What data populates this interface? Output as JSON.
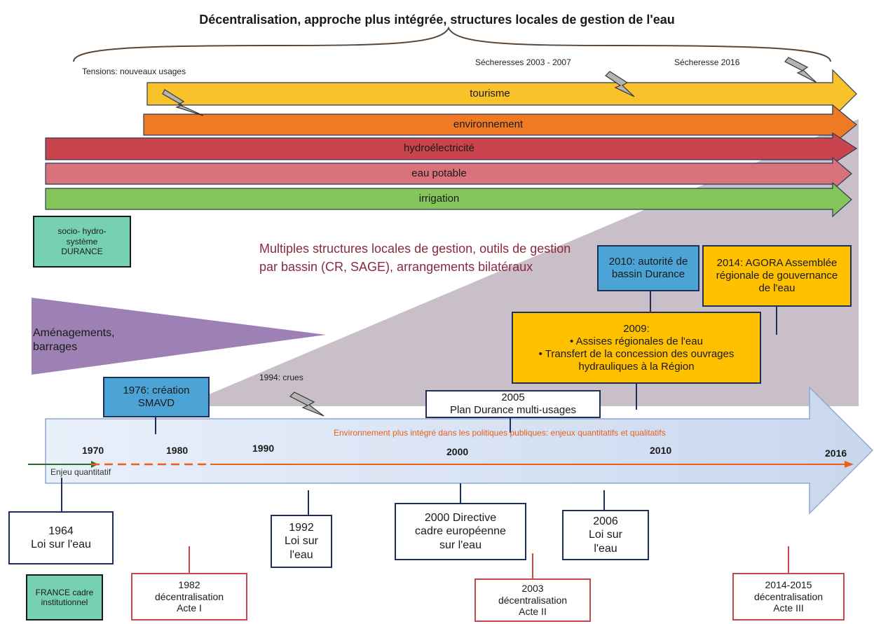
{
  "title": "Décentralisation, approche plus intégrée, structures locales de gestion de l'eau",
  "tension_labels": {
    "tensions": "Tensions: nouveaux usages",
    "secheresses": "Sécheresses 2003 - 2007",
    "secheresse_2016": "Sécheresse 2016",
    "crues_1994": "1994: crues"
  },
  "usage_bars": [
    {
      "label": "tourisme",
      "color": "#f9c22b"
    },
    {
      "label": "environnement",
      "color": "#f07a24"
    },
    {
      "label": "hydroélectricité",
      "color": "#c9444c"
    },
    {
      "label": "eau potable",
      "color": "#d9727a"
    },
    {
      "label": "irrigation",
      "color": "#86c55a"
    }
  ],
  "sociosystem": "socio- hydro- système DURANCE",
  "france_label": "FRANCE cadre institutionnel",
  "amenagements": "Aménagements, barrages",
  "local_structures_note": "Multiples structures locales de gestion, outils de gestion par bassin (CR, SAGE), arrangements bilatéraux",
  "timeline": {
    "env_note": "Environnement plus intégré dans les politiques publiques: enjeux quantitatifs et qualitatifs",
    "enjeu": "Enjeu quantitatif",
    "years": [
      "1970",
      "1980",
      "1990",
      "2000",
      "2010",
      "2016"
    ]
  },
  "upper_events": {
    "smavd": "1976: création SMAVD",
    "durance_2005_year": "2005",
    "durance_2005_text": "Plan Durance multi-usages",
    "autorite_2010": "2010: autorité de bassin Durance",
    "agora_2014": "2014: AGORA Assemblée régionale de gouvernance de l'eau",
    "assises_title": "2009:",
    "assises_items": [
      "Assises régionales de l'eau",
      "Transfert de la concession des ouvrages hydrauliques à la Région"
    ]
  },
  "laws": [
    {
      "year": "1964",
      "text": "Loi sur l'eau"
    },
    {
      "year": "1992",
      "text": "Loi sur l'eau"
    },
    {
      "year": "2000 Directive",
      "text": "cadre européenne sur l'eau"
    },
    {
      "year": "2006",
      "text": "Loi sur l'eau"
    }
  ],
  "decentralisation": [
    {
      "year": "1982",
      "line1": "décentralisation",
      "line2": "Acte I"
    },
    {
      "year": "2003",
      "line1": "décentralisation",
      "line2": "Acte II"
    },
    {
      "year": "2014-2015",
      "line1": "décentralisation",
      "line2": "Acte III"
    }
  ],
  "colors": {
    "navy": "#1f2f57",
    "decent_red": "#c8474b",
    "timeline_orange": "#e8601c",
    "note_red": "#8b2a3e"
  }
}
